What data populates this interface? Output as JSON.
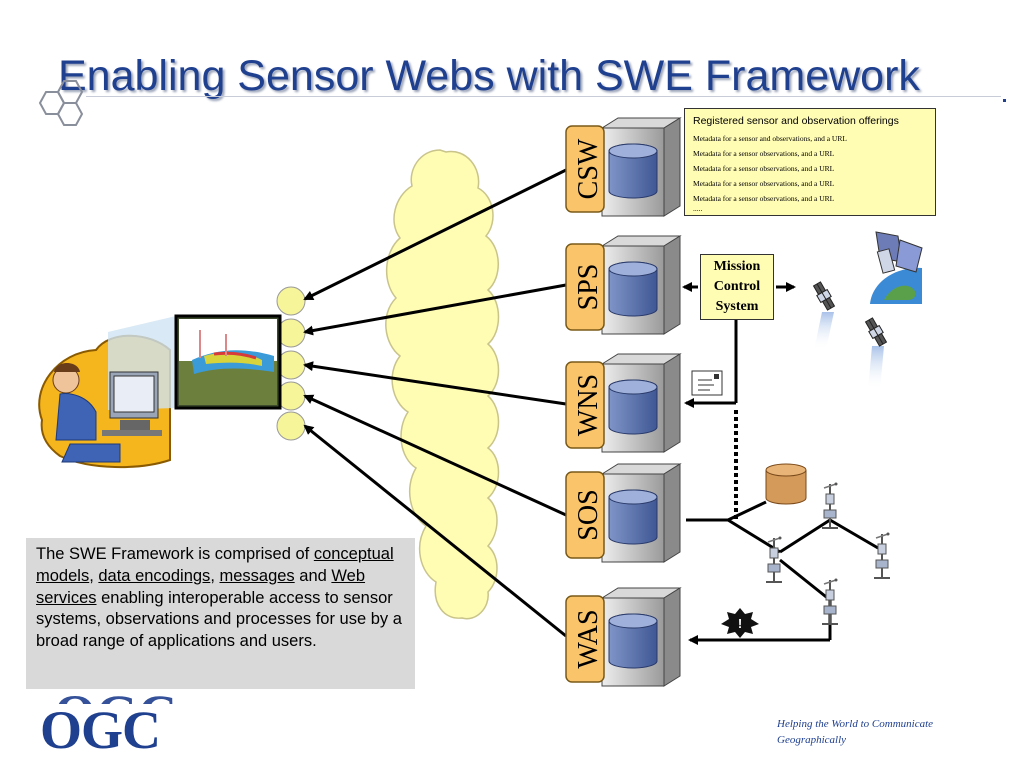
{
  "slide": {
    "title": "Enabling Sensor Webs with SWE Framework"
  },
  "services": [
    {
      "label": "CSW"
    },
    {
      "label": "SPS"
    },
    {
      "label": "WNS"
    },
    {
      "label": "SOS"
    },
    {
      "label": "WAS"
    }
  ],
  "offerings": {
    "title": "Registered sensor and observation offerings",
    "lines": [
      "Metadata for a sensor and observations, and a URL",
      "Metadata for a sensor observations, and a URL",
      "Metadata for a sensor observations, and a URL",
      "Metadata for a sensor observations, and a URL",
      "Metadata for a sensor observations, and a URL"
    ],
    "more": "....."
  },
  "mission": {
    "line1": "Mission",
    "line2": "Control",
    "line3": "System"
  },
  "alert": {
    "symbol": "!"
  },
  "description": {
    "part1": "The SWE Framework is comprised of ",
    "link1": "conceptual models",
    "sep1": ", ",
    "link2": "data encodings",
    "sep2": ", ",
    "link3": "messages",
    "sep3": " and ",
    "link4": "Web services",
    "part2": " enabling interoperable access to sensor systems, observations and processes for use by a broad range of applications and users."
  },
  "footer": {
    "logo": "OGC",
    "tagline_line1": "Helping the World to Communicate",
    "tagline_line2": "Geographically"
  },
  "colors": {
    "title": "#1f3f8f",
    "service_tab": "#f9c46a",
    "yellow_box": "#fffcb4",
    "cloud": "#fffcb4",
    "desc_bg": "#d9d9d9"
  },
  "icons": [
    "hexagon-logo-icon",
    "user-workstation-icon",
    "server-icon",
    "satellite-icon",
    "earth-icon",
    "envelope-icon",
    "alert-burst-icon",
    "database-icon",
    "weather-station-icon"
  ]
}
